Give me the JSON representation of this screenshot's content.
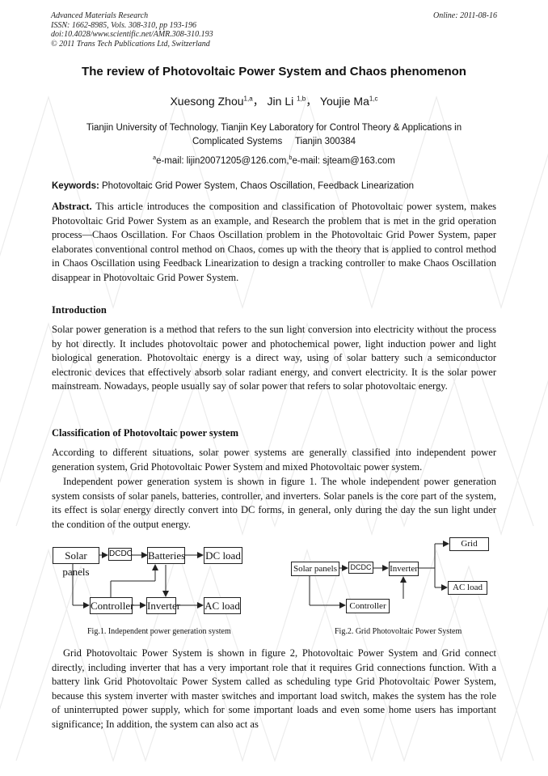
{
  "header": {
    "journal": "Advanced Materials Research",
    "issn": "ISSN: 1662-8985, Vols. 308-310, pp 193-196",
    "doi": "doi:10.4028/www.scientific.net/AMR.308-310.193",
    "copyright": "© 2011 Trans Tech Publications Ltd, Switzerland",
    "online": "Online: 2011-08-16"
  },
  "title": "The review of Photovoltaic Power System and Chaos phenomenon",
  "authors": [
    {
      "name": "Xuesong Zhou",
      "sup": "1,a",
      "sep": "，"
    },
    {
      "name": "Jin Li ",
      "sup": "1,b",
      "sep": "，"
    },
    {
      "name": "Youjie Ma",
      "sup": "1,c",
      "sep": ""
    }
  ],
  "affiliation": {
    "line1": "Tianjin University of Technology, Tianjin Key Laboratory for Control Theory & Applications in",
    "line2": "Complicated Systems     Tianjin 300384"
  },
  "emails": {
    "a_sup": "a",
    "a_text": "e-mail: lijin20071205@126.com,",
    "b_sup": "b",
    "b_text": "e-mail: sjteam@163.com"
  },
  "keywords": {
    "label": "Keywords:",
    "text": " Photovoltaic Grid Power System, Chaos Oscillation, Feedback Linearization"
  },
  "abstract": {
    "label": "Abstract.",
    "text": " This article introduces the composition and classification of Photovoltaic power system, makes Photovoltaic Grid Power System as an example, and Research the problem that is met in the grid operation process—Chaos Oscillation. For Chaos Oscillation problem in the Photovoltaic Grid Power System, paper elaborates conventional control method on Chaos, comes up with the theory that is applied to control method in Chaos Oscillation using Feedback Linearization to design a tracking controller to make Chaos Oscillation disappear in Photovoltaic Grid Power System."
  },
  "introduction": {
    "heading": "Introduction",
    "text": "Solar power generation is a method that refers to the sun light conversion into electricity without the process by hot directly. It includes photovoltaic power and photochemical power, light induction power and light biological generation. Photovoltaic energy is a direct way, using of solar battery such a semiconductor electronic devices that effectively absorb solar radiant energy, and convert electricity. It is the solar power mainstream. Nowadays, people usually say of solar power that refers to solar photovoltaic energy."
  },
  "classification": {
    "heading": "Classification of Photovoltaic power system",
    "p1": "According to different situations, solar power systems are generally classified into independent power generation system, Grid Photovoltaic Power System and mixed Photovoltaic power system.",
    "p2": "Independent power generation system is shown in figure 1. The whole independent power generation system consists of solar panels, batteries, controller, and inverters. Solar panels is the core part of the system, its effect is solar energy directly convert into DC forms, in general, only during the day the sun light under the condition of the output energy."
  },
  "fig1": {
    "caption": "Fig.1. Independent power generation system",
    "solar_panels": "Solar panels",
    "dcdc": "DCDC",
    "batteries": "Batteries",
    "dc_load": "DC load",
    "controller": "Controller",
    "inverter": "Inverter",
    "ac_load": "AC load"
  },
  "fig2": {
    "caption": "Fig.2. Grid Photovoltaic Power System",
    "solar_panels": "Solar panels",
    "dcdc": "DCDC",
    "inverter": "Inverter",
    "grid": "Grid",
    "ac_load": "AC load",
    "controller": "Controller"
  },
  "grid_paragraph": "Grid Photovoltaic Power System is shown in figure 2, Photovoltaic Power System and Grid connect directly, including inverter that has a very important role that it requires Grid connections function. With a battery link Grid Photovoltaic Power System called as scheduling type Grid Photovoltaic Power System, because this system inverter with master switches and important load switch, makes the system has the role of uninterrupted power supply, which for some important loads and even some home users has important significance; In addition, the system can also act as"
}
